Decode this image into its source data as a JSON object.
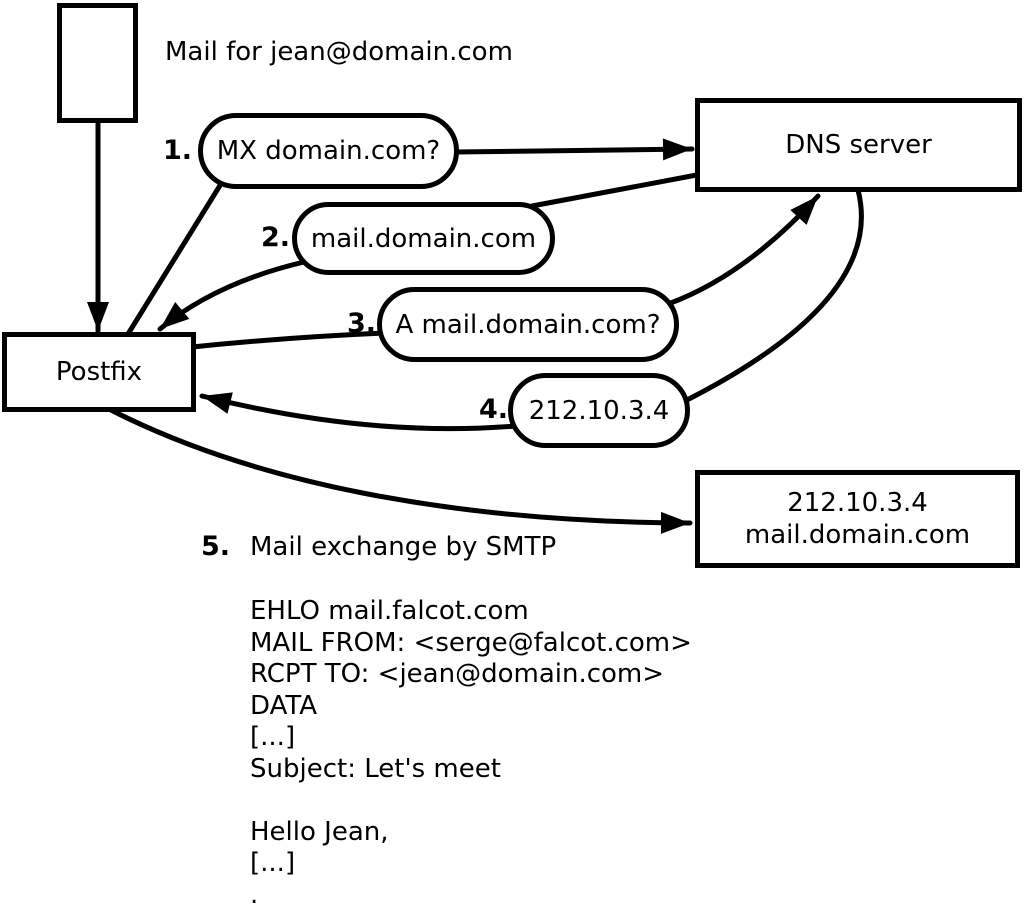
{
  "diagram": {
    "mail_note": "Mail for jean@domain.com",
    "colors": {
      "ink": "#000000",
      "paper": "#ffffff"
    },
    "icons": {
      "mail_document": "blank-rectangle-outline"
    },
    "nodes": {
      "postfix": "Postfix",
      "dns": "DNS server",
      "mail_server": {
        "line1": "212.10.3.4",
        "line2": "mail.domain.com"
      }
    },
    "steps": [
      {
        "num": "1.",
        "label": "MX domain.com?"
      },
      {
        "num": "2.",
        "label": "mail.domain.com"
      },
      {
        "num": "3.",
        "label": "A mail.domain.com?"
      },
      {
        "num": "4.",
        "label": "212.10.3.4"
      },
      {
        "num": "5.",
        "label": "Mail exchange by SMTP"
      }
    ],
    "smtp_session_lines": [
      "EHLO mail.falcot.com",
      "MAIL FROM: <serge@falcot.com>",
      "RCPT TO: <jean@domain.com>",
      "DATA",
      "[...]",
      "Subject: Let's meet",
      "",
      "Hello Jean,",
      "[...]",
      "."
    ]
  }
}
